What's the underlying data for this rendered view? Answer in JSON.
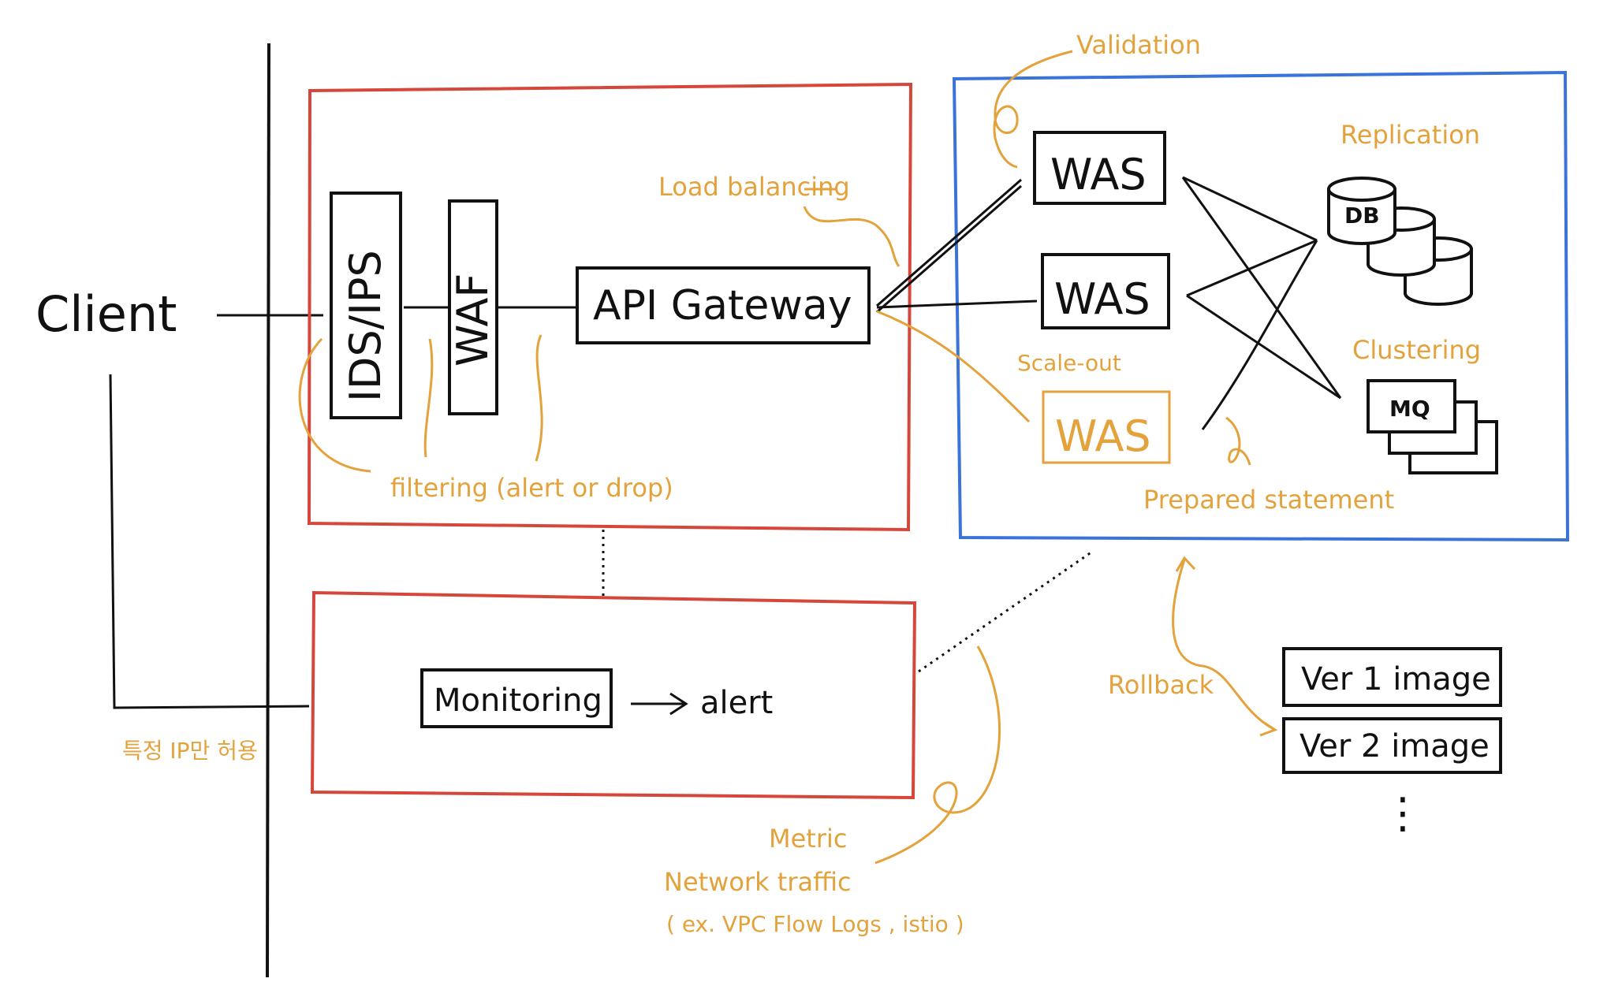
{
  "colors": {
    "ink": "#111111",
    "annotation": "#e3a23b",
    "frontend_zone": "#d6473b",
    "backend_zone": "#3a73d9"
  },
  "nodes": {
    "client": "Client",
    "ids_ips": "IDS/IPS",
    "waf": "WAF",
    "api_gateway": "API Gateway",
    "was_1": "WAS",
    "was_2": "WAS",
    "was_scaled": "WAS",
    "db": "DB",
    "mq": "MQ",
    "monitoring": "Monitoring",
    "alert": "alert",
    "ver1": "Ver 1 image",
    "ver2": "Ver 2 image",
    "ellipsis": "⋮"
  },
  "annotations": {
    "validation": "Validation",
    "load_balancing": "Load balancing",
    "replication": "Replication",
    "clustering": "Clustering",
    "scale_out": "Scale-out",
    "prepared_statement": "Prepared statement",
    "filtering": "filtering (alert or drop)",
    "rollback": "Rollback",
    "ip_allow": "특정 IP만 허용",
    "metric": "Metric",
    "network_traffic": "Network traffic",
    "network_example": "( ex. VPC Flow Logs , istio )"
  }
}
